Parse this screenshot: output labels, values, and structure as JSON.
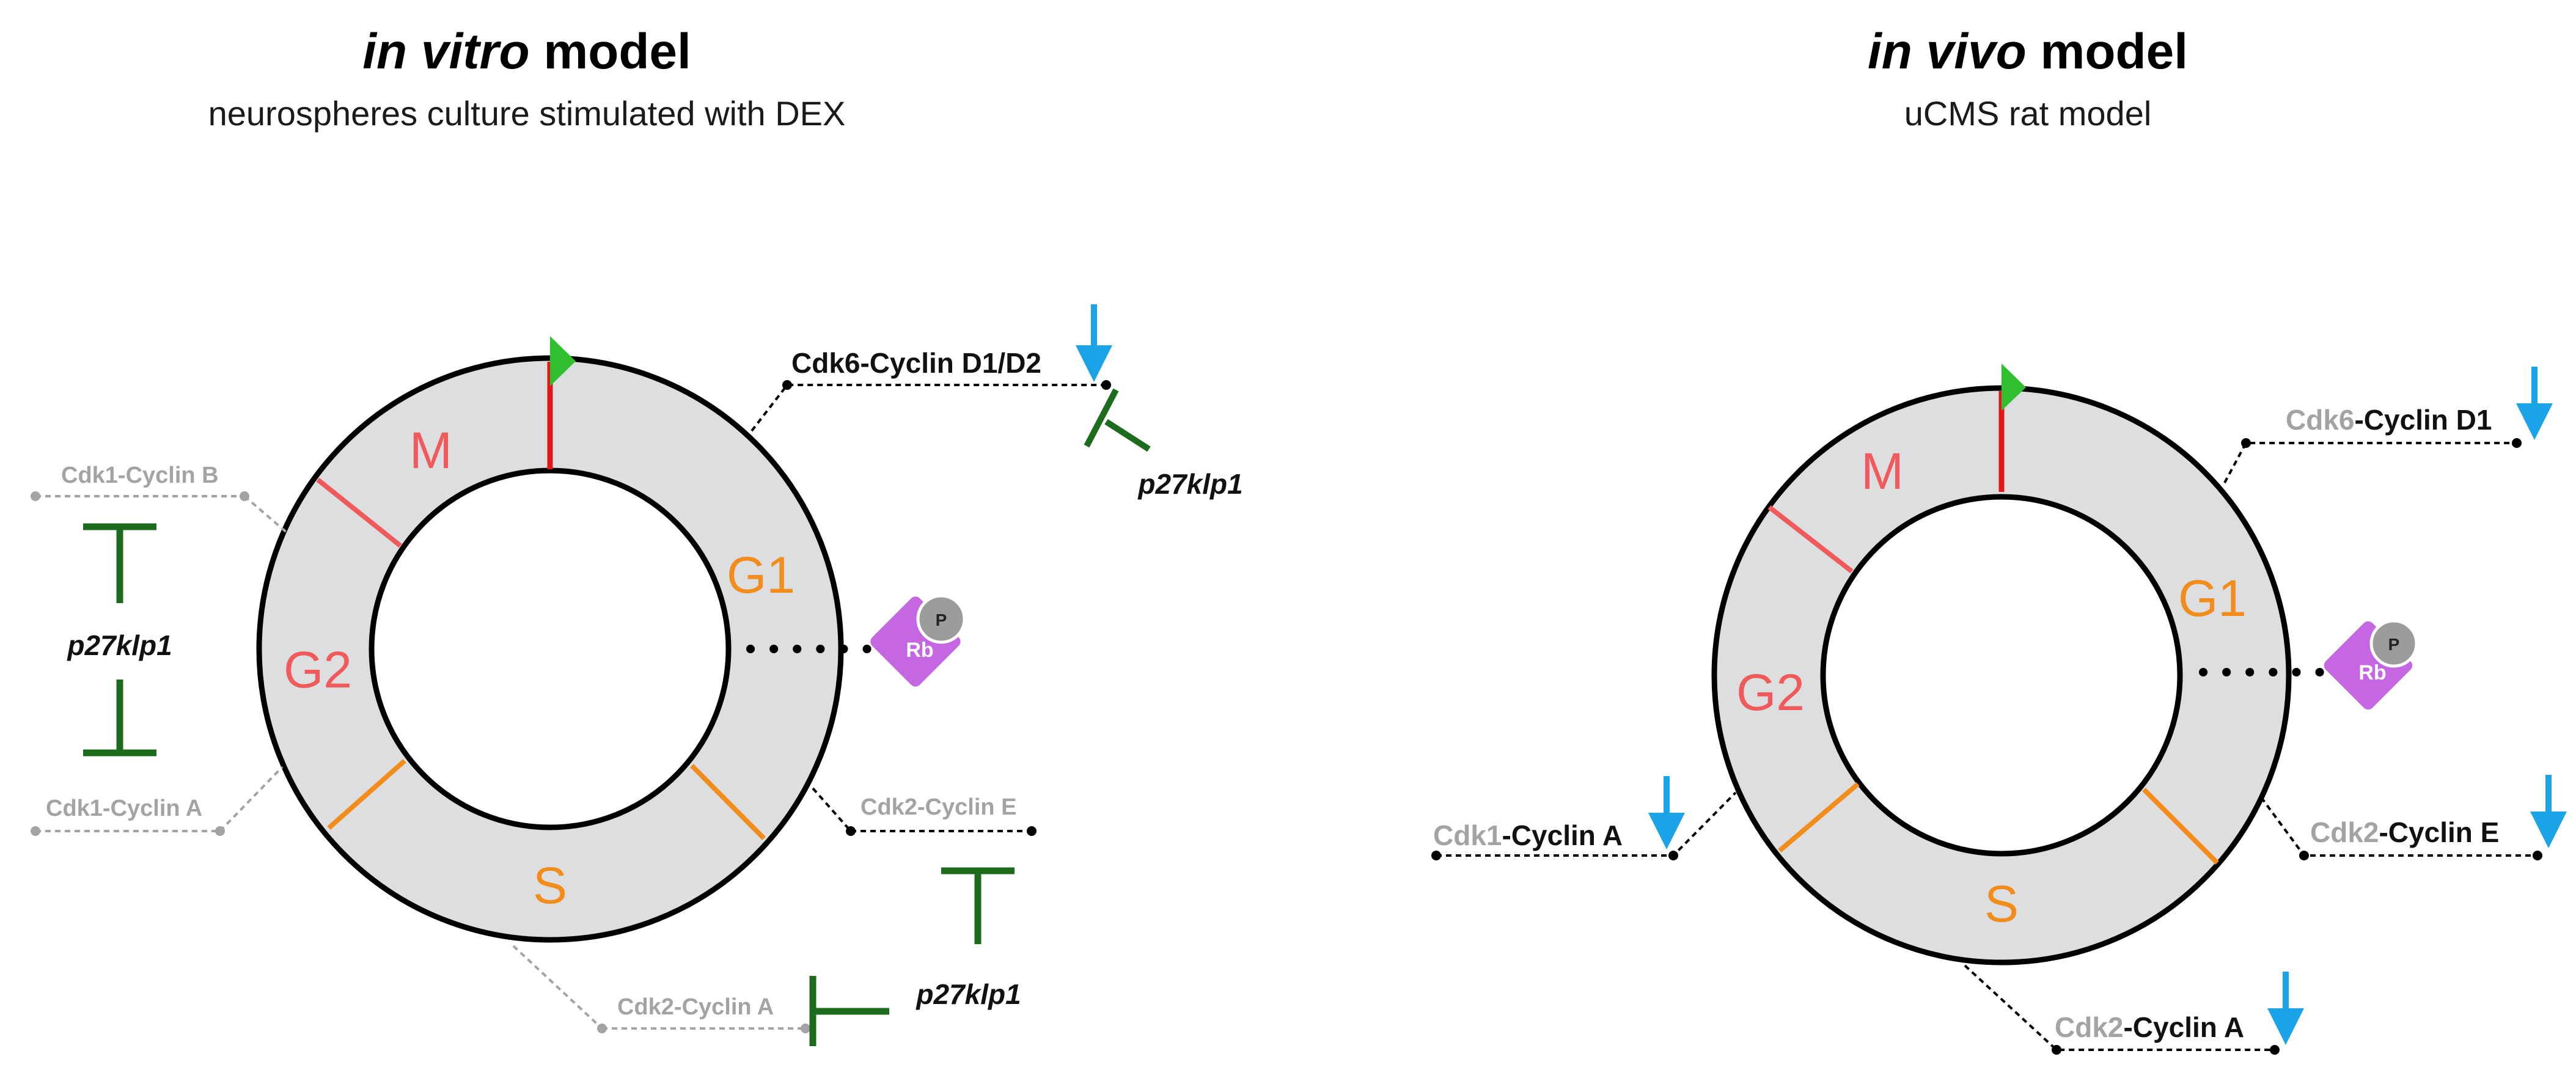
{
  "colors": {
    "ring_fill": "#dcdee0",
    "m_phase": "#f05a5a",
    "g2_phase": "#f05a5a",
    "g1_phase": "#f28c1a",
    "s_phase": "#f28c1a",
    "start_marker": "#2fbf2f",
    "start_line": "#e01818",
    "inhibitor": "#1d6b1d",
    "down_arrow": "#1aa3e8",
    "gray_label": "#a3a3a3",
    "rb_fill": "#c566e2",
    "p_fill": "#9c9c9c"
  },
  "left_panel": {
    "title_italic": "in vitro",
    "title_rest": " model",
    "subtitle": "neurospheres culture stimulated with DEX",
    "phases": {
      "m": "M",
      "g1": "G1",
      "g2": "G2",
      "s": "S"
    },
    "complexes": {
      "cdk6_cyclin_d": "Cdk6-Cyclin D1/D2",
      "cdk1_cyclin_b": "Cdk1-Cyclin B",
      "cdk1_cyclin_a": "Cdk1-Cyclin A",
      "cdk2_cyclin_e": "Cdk2-Cyclin E",
      "cdk2_cyclin_a": "Cdk2-Cyclin A"
    },
    "inhibitor_labels": [
      "p27klp1",
      "p27klp1",
      "p27klp1"
    ],
    "rb": "Rb",
    "phospho": "P"
  },
  "right_panel": {
    "title_italic": "in vivo",
    "title_rest": " model",
    "subtitle": "uCMS rat model",
    "phases": {
      "m": "M",
      "g1": "G1",
      "g2": "G2",
      "s": "S"
    },
    "complexes": {
      "cdk6_cyclin_d1": {
        "kinase": "Cdk6",
        "cyclin": "-Cyclin D1"
      },
      "cdk1_cyclin_a": {
        "kinase": "Cdk1",
        "cyclin": "-Cyclin A"
      },
      "cdk2_cyclin_e": {
        "kinase": "Cdk2",
        "cyclin": "-Cyclin E"
      },
      "cdk2_cyclin_a": {
        "kinase": "Cdk2",
        "cyclin": "-Cyclin A"
      }
    },
    "rb": "Rb",
    "phospho": "P"
  }
}
